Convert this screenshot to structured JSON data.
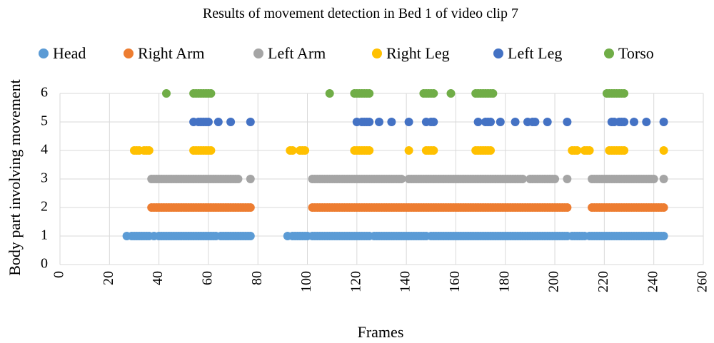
{
  "chart_data": {
    "type": "scatter",
    "title": "Results of movement detection in Bed 1 of video clip 7",
    "xlabel": "Frames",
    "ylabel": "Body part involving movement",
    "xlim": [
      0,
      260
    ],
    "ylim": [
      0,
      6
    ],
    "xticks": [
      "0",
      "20",
      "40",
      "60",
      "80",
      "100",
      "120",
      "140",
      "160",
      "180",
      "200",
      "220",
      "240",
      "260"
    ],
    "yticks": [
      "0",
      "1",
      "2",
      "3",
      "4",
      "5",
      "6"
    ],
    "legend_position": "top",
    "grid": true,
    "series": [
      {
        "name": "Head",
        "color": "#5b9bd5",
        "y": 1,
        "x": [
          27,
          29,
          30,
          31,
          32,
          33,
          34,
          35,
          36,
          38,
          40,
          41,
          42,
          43,
          44,
          45,
          46,
          47,
          48,
          49,
          50,
          51,
          52,
          53,
          54,
          55,
          56,
          57,
          58,
          59,
          60,
          61,
          62,
          63,
          65,
          66,
          67,
          68,
          69,
          70,
          71,
          72,
          73,
          74,
          75,
          76,
          77,
          92,
          94,
          95,
          96,
          97,
          98,
          99,
          100,
          102,
          103,
          104,
          105,
          106,
          107,
          108,
          109,
          110,
          111,
          112,
          113,
          114,
          115,
          116,
          117,
          118,
          119,
          120,
          121,
          122,
          123,
          124,
          125,
          127,
          128,
          129,
          130,
          131,
          132,
          133,
          134,
          135,
          136,
          137,
          138,
          139,
          140,
          141,
          142,
          143,
          144,
          145,
          146,
          147,
          148,
          150,
          151,
          152,
          153,
          154,
          155,
          156,
          157,
          158,
          159,
          160,
          161,
          162,
          163,
          164,
          165,
          166,
          167,
          168,
          169,
          170,
          171,
          172,
          173,
          174,
          175,
          176,
          177,
          178,
          179,
          180,
          181,
          182,
          183,
          184,
          185,
          186,
          187,
          188,
          189,
          190,
          191,
          192,
          193,
          194,
          195,
          196,
          197,
          198,
          199,
          200,
          201,
          202,
          203,
          204,
          205,
          207,
          208,
          209,
          210,
          211,
          212,
          214,
          215,
          216,
          217,
          218,
          219,
          220,
          221,
          222,
          223,
          224,
          225,
          226,
          227,
          228,
          229,
          230,
          231,
          232,
          233,
          234,
          235,
          236,
          237,
          238,
          239,
          240,
          241,
          242,
          243,
          244
        ]
      },
      {
        "name": "Right Arm",
        "color": "#ed7d31",
        "y": 2,
        "x": [
          37,
          38,
          39,
          40,
          41,
          42,
          43,
          44,
          45,
          46,
          47,
          48,
          49,
          50,
          51,
          52,
          53,
          54,
          55,
          56,
          57,
          58,
          59,
          60,
          61,
          62,
          63,
          64,
          65,
          66,
          67,
          68,
          69,
          70,
          71,
          72,
          73,
          74,
          75,
          76,
          77,
          102,
          103,
          104,
          105,
          106,
          107,
          108,
          109,
          110,
          111,
          112,
          113,
          114,
          115,
          116,
          117,
          118,
          119,
          120,
          121,
          122,
          123,
          124,
          125,
          126,
          127,
          128,
          129,
          130,
          131,
          132,
          133,
          134,
          135,
          136,
          137,
          138,
          139,
          140,
          141,
          142,
          143,
          144,
          145,
          146,
          147,
          148,
          149,
          150,
          151,
          152,
          153,
          154,
          155,
          156,
          157,
          158,
          159,
          160,
          161,
          162,
          163,
          164,
          165,
          166,
          167,
          168,
          169,
          170,
          171,
          172,
          173,
          174,
          175,
          176,
          177,
          178,
          179,
          180,
          181,
          182,
          183,
          184,
          185,
          186,
          187,
          188,
          189,
          190,
          191,
          192,
          193,
          194,
          195,
          196,
          197,
          198,
          199,
          200,
          201,
          202,
          203,
          204,
          205,
          215,
          216,
          217,
          218,
          219,
          220,
          221,
          222,
          223,
          224,
          225,
          226,
          227,
          228,
          229,
          230,
          231,
          232,
          233,
          234,
          235,
          236,
          237,
          238,
          239,
          240,
          241,
          242,
          243,
          244
        ]
      },
      {
        "name": "Left Arm",
        "color": "#a5a5a5",
        "y": 3,
        "x": [
          37,
          38,
          39,
          40,
          41,
          42,
          43,
          44,
          45,
          46,
          47,
          48,
          49,
          50,
          51,
          52,
          53,
          54,
          55,
          56,
          57,
          58,
          59,
          60,
          61,
          62,
          63,
          64,
          65,
          66,
          67,
          68,
          69,
          70,
          71,
          72,
          77,
          102,
          103,
          104,
          105,
          106,
          107,
          108,
          109,
          110,
          111,
          112,
          113,
          114,
          115,
          116,
          117,
          118,
          119,
          120,
          121,
          122,
          123,
          124,
          125,
          126,
          127,
          128,
          129,
          130,
          131,
          132,
          133,
          134,
          135,
          136,
          137,
          138,
          141,
          142,
          143,
          144,
          145,
          146,
          147,
          148,
          149,
          150,
          151,
          152,
          153,
          154,
          155,
          156,
          157,
          158,
          159,
          160,
          161,
          162,
          163,
          164,
          165,
          166,
          167,
          168,
          169,
          170,
          171,
          172,
          173,
          174,
          175,
          176,
          177,
          178,
          179,
          180,
          181,
          182,
          183,
          184,
          185,
          186,
          187,
          190,
          191,
          192,
          193,
          194,
          195,
          196,
          197,
          198,
          199,
          200,
          205,
          215,
          216,
          217,
          218,
          219,
          220,
          221,
          222,
          223,
          224,
          225,
          226,
          227,
          228,
          229,
          230,
          231,
          232,
          233,
          234,
          235,
          236,
          237,
          238,
          239,
          240,
          244
        ]
      },
      {
        "name": "Right Leg",
        "color": "#ffc000",
        "y": 4,
        "x": [
          30,
          31,
          32,
          34,
          35,
          36,
          54,
          55,
          56,
          57,
          58,
          59,
          60,
          61,
          93,
          94,
          97,
          98,
          99,
          119,
          120,
          121,
          122,
          123,
          124,
          125,
          141,
          148,
          149,
          150,
          151,
          168,
          169,
          170,
          171,
          172,
          173,
          174,
          207,
          208,
          209,
          212,
          213,
          214,
          222,
          223,
          224,
          225,
          226,
          227,
          228,
          244
        ]
      },
      {
        "name": "Left Leg",
        "color": "#4472c4",
        "y": 5,
        "x": [
          54,
          56,
          57,
          58,
          59,
          60,
          64,
          69,
          77,
          120,
          122,
          123,
          124,
          125,
          129,
          134,
          141,
          148,
          150,
          151,
          169,
          172,
          173,
          174,
          178,
          184,
          189,
          191,
          192,
          197,
          205,
          223,
          224,
          226,
          227,
          228,
          232,
          237,
          244
        ]
      },
      {
        "name": "Torso",
        "color": "#70ad47",
        "y": 6,
        "x": [
          43,
          54,
          55,
          56,
          57,
          58,
          59,
          60,
          61,
          109,
          119,
          120,
          121,
          122,
          123,
          124,
          125,
          147,
          148,
          149,
          150,
          151,
          158,
          168,
          169,
          170,
          171,
          172,
          173,
          174,
          175,
          221,
          222,
          223,
          224,
          225,
          226,
          227,
          228
        ]
      }
    ]
  }
}
